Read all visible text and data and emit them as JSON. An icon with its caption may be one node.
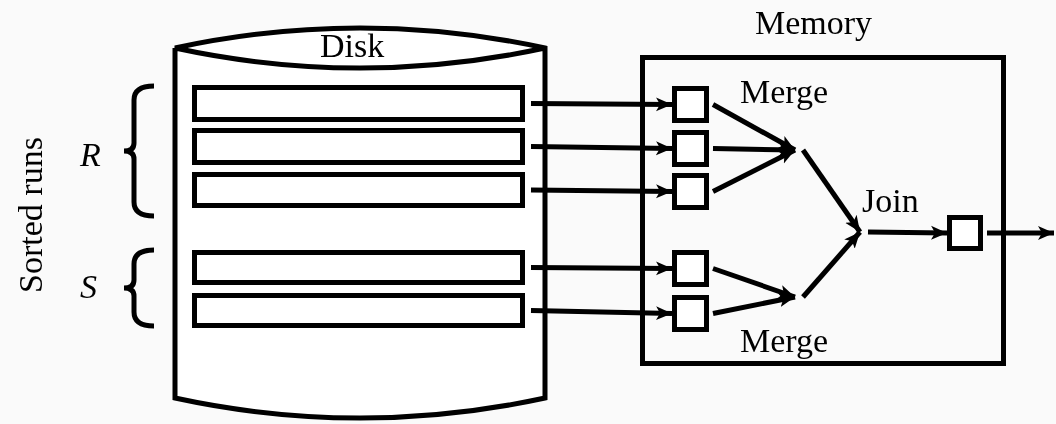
{
  "diagram": {
    "nodes": [
      {
        "text": [
          "Disk"
        ]
      },
      {
        "text": [],
        "shape": "bar",
        "in": 0
      },
      {
        "text": [],
        "shape": "bar",
        "in": 0
      },
      {
        "text": [],
        "shape": "bar",
        "in": 0
      },
      {
        "text": [],
        "shape": "bar",
        "in": 0
      },
      {
        "text": [],
        "shape": "bar",
        "in": 0
      },
      {
        "text": [
          "Memory"
        ]
      },
      {
        "text": [],
        "shape": "box",
        "in": 6
      },
      {
        "text": [],
        "shape": "box",
        "in": 6
      },
      {
        "text": [],
        "shape": "box",
        "in": 6
      },
      {
        "text": [],
        "shape": "box",
        "in": 6
      },
      {
        "text": [],
        "shape": "box",
        "in": 6
      },
      {
        "text": [
          "Merge"
        ],
        "in": 6
      },
      {
        "text": [
          "Join"
        ],
        "in": 6
      },
      {
        "text": [],
        "shape": "box",
        "in": 6
      },
      {
        "text": [
          "Merge"
        ],
        "in": 6
      }
    ],
    "edges": [
      {
        "from": 1,
        "to": 7,
        "arrow": "to"
      },
      {
        "from": 2,
        "to": 8,
        "arrow": "to"
      },
      {
        "from": 3,
        "to": 9,
        "arrow": "to"
      },
      {
        "from": 4,
        "to": 10,
        "arrow": "to"
      },
      {
        "from": 5,
        "to": 11,
        "arrow": "to"
      },
      {
        "from": 7,
        "to": 12,
        "arrow": "to"
      },
      {
        "from": 8,
        "to": 12,
        "arrow": "to"
      },
      {
        "from": 9,
        "to": 12,
        "arrow": "to"
      },
      {
        "from": 10,
        "to": 15,
        "arrow": "to"
      },
      {
        "from": 11,
        "to": 15,
        "arrow": "to"
      },
      {
        "from": 12,
        "to": 13,
        "arrow": "to"
      },
      {
        "from": 15,
        "to": 13,
        "arrow": "to"
      },
      {
        "from": 13,
        "to": 14,
        "arrow": "to"
      },
      {
        "from": 14,
        "to": null,
        "arrow": "to"
      }
    ],
    "labels": [
      "Sorted runs",
      "R",
      "S"
    ]
  }
}
